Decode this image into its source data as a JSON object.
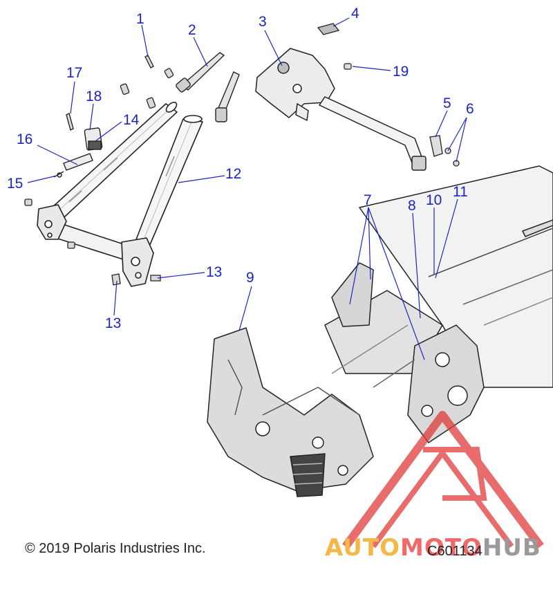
{
  "diagram": {
    "code": "C601134",
    "copyright": "© 2019 Polaris Industries Inc.",
    "callouts": [
      "1",
      "2",
      "3",
      "4",
      "5",
      "6",
      "7",
      "8",
      "9",
      "10",
      "11",
      "12",
      "13",
      "13",
      "14",
      "15",
      "16",
      "17",
      "18",
      "19"
    ]
  },
  "watermark": {
    "auto": "AUTO",
    "moto": "MOTO",
    "hub": "HUB"
  },
  "colors": {
    "callout": "#1a24c4",
    "line_art": "#222222",
    "watermark_red": "#e23b3b",
    "watermark_yellow": "#f3b845",
    "watermark_gray": "#9a9a9a"
  }
}
